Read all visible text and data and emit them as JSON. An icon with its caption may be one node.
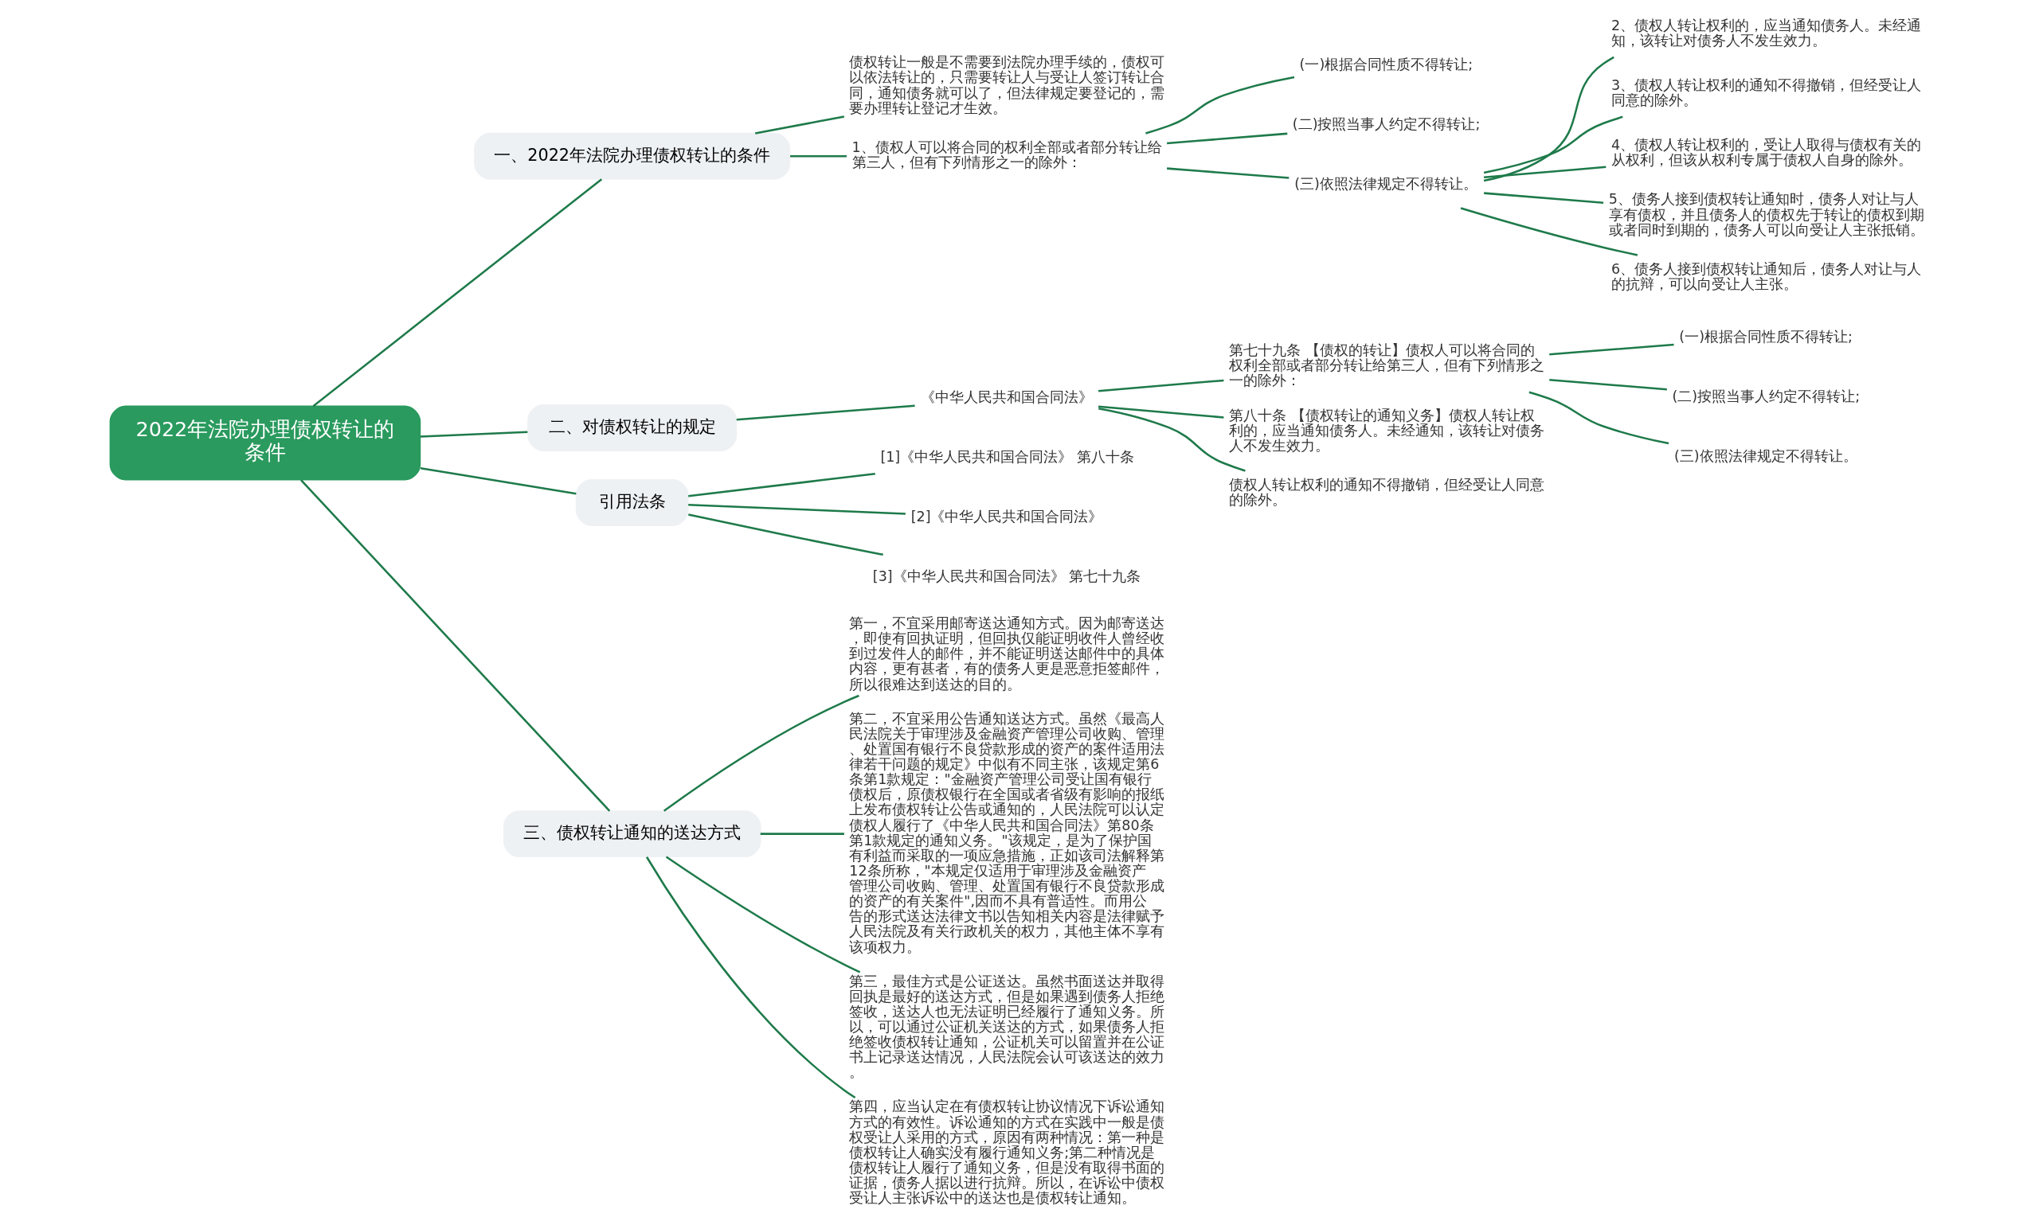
{
  "diagram": {
    "nodes": [
      {
        "text": [
          "2022年法院办理债权转让的条件"
        ]
      },
      {
        "text": [
          "一、2022年法院办理债权转让的条件"
        ]
      },
      {
        "text": [
          "债权转让一般是不需要到法院办理手续的，债权可以依法转让的，只需要转让人与受让人签订转让合同，通知债务就可以了，但法律规定要登记的，需要办理转让登记才生效。"
        ]
      },
      {
        "text": [
          "1、债权人可以将合同的权利全部或者部分转让给第三人，但有下列情形之一的除外："
        ]
      },
      {
        "text": [
          "(一)根据合同性质不得转让;"
        ]
      },
      {
        "text": [
          "(二)按照当事人约定不得转让;"
        ]
      },
      {
        "text": [
          "(三)依照法律规定不得转让。"
        ]
      },
      {
        "text": [
          "2、债权人转让权利的，应当通知债务人。未经通知，该转让对债务人不发生效力。"
        ]
      },
      {
        "text": [
          "3、债权人转让权利的通知不得撤销，但经受让人同意的除外。"
        ]
      },
      {
        "text": [
          "4、债权人转让权利的，受让人取得与债权有关的从权利，但该从权利专属于债权人自身的除外。"
        ]
      },
      {
        "text": [
          "5、债务人接到债权转让通知时，债务人对让与人享有债权，并且债务人的债权先于转让的债权到期或者同时到期的，债务人可以向受让人主张抵销。"
        ]
      },
      {
        "text": [
          "6、债务人接到债权转让通知后，债务人对让与人的抗辩，可以向受让人主张。"
        ]
      },
      {
        "text": [
          "二、对债权转让的规定"
        ]
      },
      {
        "text": [
          "《中华人民共和国合同法》"
        ]
      },
      {
        "text": [
          "第七十九条 【债权的转让】债权人可以将合同的权利全部或者部分转让给第三人，但有下列情形之一的除外："
        ]
      },
      {
        "text": [
          "(一)根据合同性质不得转让;"
        ]
      },
      {
        "text": [
          "(二)按照当事人约定不得转让;"
        ]
      },
      {
        "text": [
          "(三)依照法律规定不得转让。"
        ]
      },
      {
        "text": [
          "第八十条 【债权转让的通知义务】债权人转让权利的，应当通知债务人。未经通知，该转让对债务人不发生效力。"
        ]
      },
      {
        "text": [
          "债权人转让权利的通知不得撤销，但经受让人同意的除外。"
        ]
      },
      {
        "text": [
          "引用法条"
        ]
      },
      {
        "text": [
          "[1]《中华人民共和国合同法》 第八十条"
        ]
      },
      {
        "text": [
          "[2]《中华人民共和国合同法》"
        ]
      },
      {
        "text": [
          "[3]《中华人民共和国合同法》 第七十九条"
        ]
      },
      {
        "text": [
          "三、债权转让通知的送达方式"
        ]
      },
      {
        "text": [
          "第一，不宜采用邮寄送达通知方式。因为邮寄送达，即使有回执证明，但回执仅能证明收件人曾经收到过发件人的邮件，并不能证明送达邮件中的具体内容，更有甚者，有的债务人更是恶意拒签邮件，所以很难达到送达的目的。"
        ]
      },
      {
        "text": [
          "第二，不宜采用公告通知送达方式。虽然《最高人民法院关于审理涉及金融资产管理公司收购、管理、处置国有银行不良贷款形成的资产的案件适用法律若干问题的规定》中似有不同主张，该规定第6条第1款规定：\"金融资产管理公司受让国有银行债权后，原债权银行在全国或者省级有影响的报纸上发布债权转让公告或通知的，人民法院可以认定债权人履行了《中华人民共和国合同法》第80条第1款规定的通知义务。\"该规定，是为了保护国有利益而采取的一项应急措施，正如该司法解释第12条所称，\"本规定仅适用于审理涉及金融资产管理公司收购、管理、处置国有银行不良贷款形成的资产的有关案件\",因而不具有普适性。而用公告的形式送达法律文书以告知相关内容是法律赋予人民法院及有关行政机关的权力，其他主体不享有该项权力。"
        ]
      },
      {
        "text": [
          "第三，最佳方式是公证送达。虽然书面送达并取得回执是最好的送达方式，但是如果遇到债务人拒绝签收，送达人也无法证明已经履行了通知义务。所以，可以通过公证机关送达的方式，如果债务人拒绝签收债权转让通知，公证机关可以留置并在公证书上记录送达情况，人民法院会认可该送达的效力。"
        ]
      },
      {
        "text": [
          "第四，应当认定在有债权转让协议情况下诉讼通知方式的有效性。诉讼通知的方式在实践中一般是债权受让人采用的方式，原因有两种情况：第一种是债权转让人确实没有履行通知义务;第二种情况是债权转让人履行了通知义务，但是没有取得书面的证据，债务人据以进行抗辩。所以，在诉讼中债权受让人主张诉讼中的送达也是债权转让通知。"
        ]
      }
    ],
    "edges": [
      {
        "from": 0,
        "to": 1,
        "arrow": "none"
      },
      {
        "from": 1,
        "to": 2,
        "arrow": "none"
      },
      {
        "from": 1,
        "to": 3,
        "arrow": "none"
      },
      {
        "from": 3,
        "to": 4,
        "arrow": "none"
      },
      {
        "from": 3,
        "to": 5,
        "arrow": "none"
      },
      {
        "from": 3,
        "to": 6,
        "arrow": "none"
      },
      {
        "from": 6,
        "to": 7,
        "arrow": "none"
      },
      {
        "from": 6,
        "to": 8,
        "arrow": "none"
      },
      {
        "from": 6,
        "to": 9,
        "arrow": "none"
      },
      {
        "from": 6,
        "to": 10,
        "arrow": "none"
      },
      {
        "from": 6,
        "to": 11,
        "arrow": "none"
      },
      {
        "from": 0,
        "to": 12,
        "arrow": "none"
      },
      {
        "from": 12,
        "to": 13,
        "arrow": "none"
      },
      {
        "from": 13,
        "to": 14,
        "arrow": "none"
      },
      {
        "from": 14,
        "to": 15,
        "arrow": "none"
      },
      {
        "from": 14,
        "to": 16,
        "arrow": "none"
      },
      {
        "from": 14,
        "to": 17,
        "arrow": "none"
      },
      {
        "from": 13,
        "to": 18,
        "arrow": "none"
      },
      {
        "from": 13,
        "to": 19,
        "arrow": "none"
      },
      {
        "from": 0,
        "to": 20,
        "arrow": "none"
      },
      {
        "from": 20,
        "to": 21,
        "arrow": "none"
      },
      {
        "from": 20,
        "to": 22,
        "arrow": "none"
      },
      {
        "from": 20,
        "to": 23,
        "arrow": "none"
      },
      {
        "from": 0,
        "to": 24,
        "arrow": "none"
      },
      {
        "from": 24,
        "to": 25,
        "arrow": "none"
      },
      {
        "from": 24,
        "to": 26,
        "arrow": "none"
      },
      {
        "from": 24,
        "to": 27,
        "arrow": "none"
      },
      {
        "from": 24,
        "to": 28,
        "arrow": "none"
      }
    ]
  }
}
